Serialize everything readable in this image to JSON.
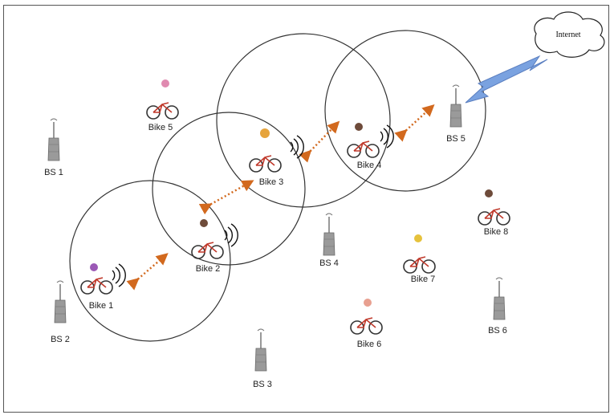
{
  "cloud": {
    "label": "Internet"
  },
  "base_stations": [
    {
      "id": "bs1",
      "label": "BS 1"
    },
    {
      "id": "bs2",
      "label": "BS 2"
    },
    {
      "id": "bs3",
      "label": "BS 3"
    },
    {
      "id": "bs4",
      "label": "BS 4"
    },
    {
      "id": "bs5",
      "label": "BS 5"
    },
    {
      "id": "bs6",
      "label": "BS 6"
    }
  ],
  "bikes": [
    {
      "id": "bike1",
      "label": "Bike 1"
    },
    {
      "id": "bike2",
      "label": "Bike 2"
    },
    {
      "id": "bike3",
      "label": "Bike 3"
    },
    {
      "id": "bike4",
      "label": "Bike 4"
    },
    {
      "id": "bike5",
      "label": "Bike 5"
    },
    {
      "id": "bike6",
      "label": "Bike 6"
    },
    {
      "id": "bike7",
      "label": "Bike 7"
    },
    {
      "id": "bike8",
      "label": "Bike 8"
    }
  ],
  "colors": {
    "range_circle": "#333333",
    "link_arrow": "#d2691e",
    "uplink_arrow": "#6b8fd6",
    "tower": "#8a8a8a"
  }
}
